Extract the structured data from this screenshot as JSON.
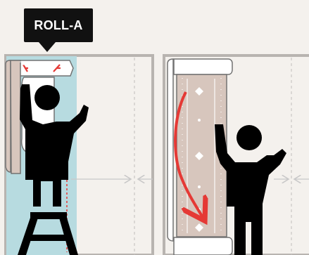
{
  "callout": {
    "label": "ROLL-A"
  },
  "colors": {
    "background": "#f4f1ed",
    "wall_frame": "#b8b4b0",
    "applied_roll_band": "#b7dbe0",
    "wallpaper_roll": "#d7c6bd",
    "figure": "#000000",
    "arrow_red": "#e53935",
    "guide_gray": "#bdbdbd"
  },
  "icons": {
    "person-left": "person-raising-hands",
    "person-right": "person-raising-hands",
    "ladder": "step-ladder",
    "curved-arrow": "curved-arrow-down"
  }
}
